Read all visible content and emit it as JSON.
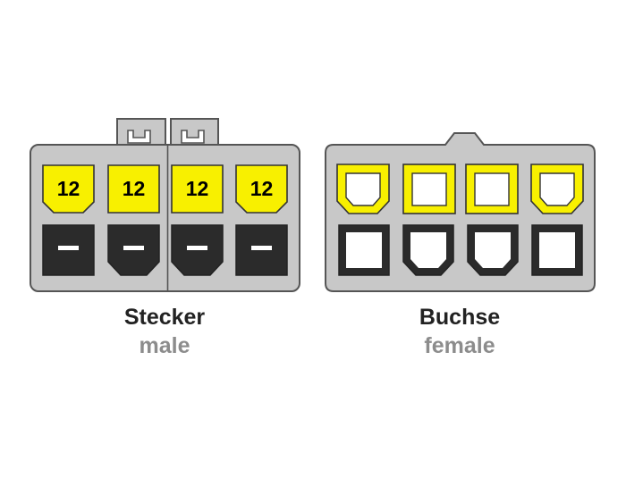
{
  "male_connector": {
    "pin_label": "12",
    "top_row": [
      "12",
      "12",
      "12",
      "12"
    ],
    "caption": "Stecker",
    "subcaption": "male"
  },
  "female_connector": {
    "caption": "Buchse",
    "subcaption": "female"
  },
  "colors": {
    "housing_fill": "#c8c8c8",
    "housing_stroke": "#555555",
    "pin_yellow": "#f8f000",
    "pin_dark": "#2b2b2b",
    "caption_main": "#222222",
    "caption_sub": "#8c8c8c"
  }
}
